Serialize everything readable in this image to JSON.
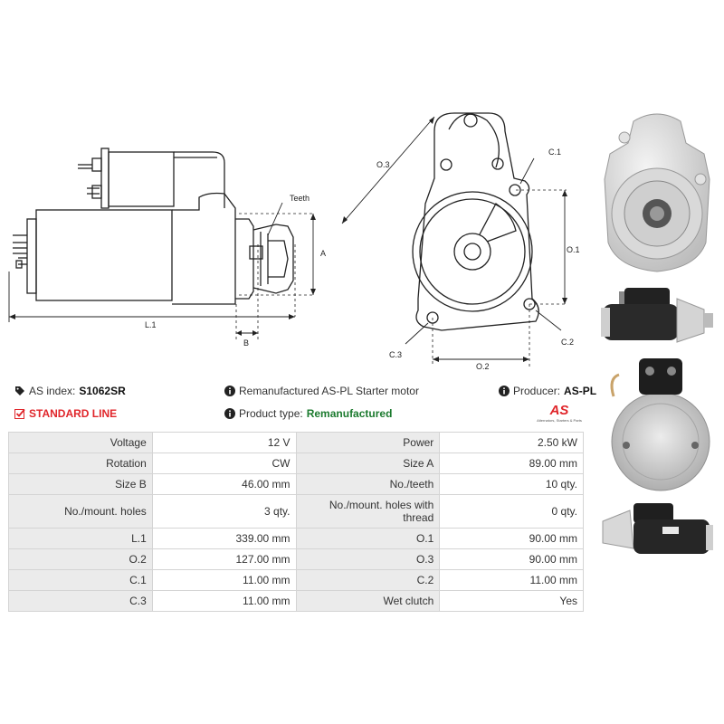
{
  "drawing": {
    "side_labels": {
      "teeth": "Teeth",
      "a": "A",
      "b": "B",
      "l1": "L.1"
    },
    "front_labels": {
      "o3": "O.3",
      "o1": "O.1",
      "o2": "O.2",
      "c1": "C.1",
      "c2": "C.2",
      "c3": "C.3"
    }
  },
  "info": {
    "as_index_label": "AS index:",
    "as_index_value": "S1062SR",
    "standard_line": "STANDARD LINE",
    "description": "Remanufactured AS-PL Starter motor",
    "product_type_label": "Product type:",
    "product_type_value": "Remanufactured",
    "producer_label": "Producer:",
    "producer_value": "AS-PL",
    "logo_text": "AS",
    "logo_tagline": "Alternators, Starters & Parts"
  },
  "specs": [
    {
      "k1": "Voltage",
      "v1": "12 V",
      "k2": "Power",
      "v2": "2.50 kW"
    },
    {
      "k1": "Rotation",
      "v1": "CW",
      "k2": "Size A",
      "v2": "89.00 mm"
    },
    {
      "k1": "Size B",
      "v1": "46.00 mm",
      "k2": "No./teeth",
      "v2": "10 qty."
    },
    {
      "k1": "No./mount. holes",
      "v1": "3 qty.",
      "k2": "No./mount. holes with thread",
      "v2": "0 qty."
    },
    {
      "k1": "L.1",
      "v1": "339.00 mm",
      "k2": "O.1",
      "v2": "90.00 mm"
    },
    {
      "k1": "O.2",
      "v1": "127.00 mm",
      "k2": "O.3",
      "v2": "90.00 mm"
    },
    {
      "k1": "C.1",
      "v1": "11.00 mm",
      "k2": "C.2",
      "v2": "11.00 mm"
    },
    {
      "k1": "C.3",
      "v1": "11.00 mm",
      "k2": "Wet clutch",
      "v2": "Yes"
    }
  ],
  "colors": {
    "accent_red": "#e0262b",
    "type_green": "#1b7a2e",
    "table_key_bg": "#ebebeb"
  }
}
